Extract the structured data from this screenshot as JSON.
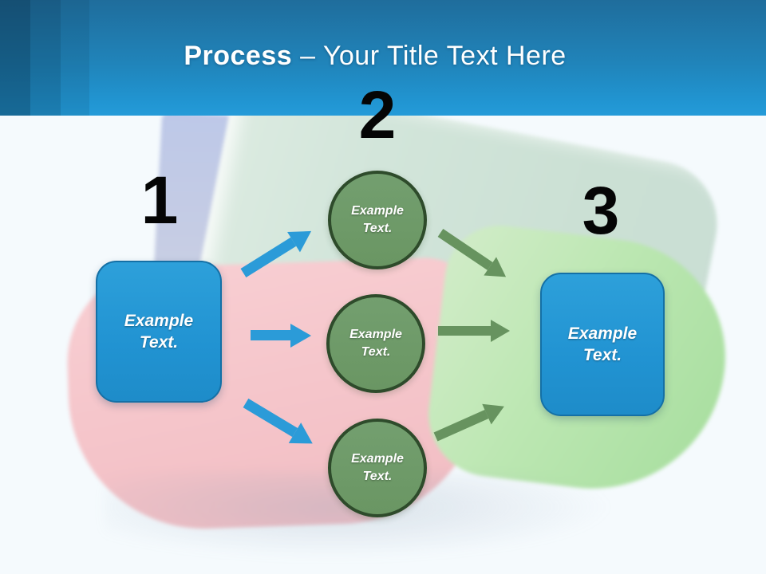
{
  "header": {
    "title_bold": "Process",
    "title_rest": " – Your Title Text Here"
  },
  "diagram": {
    "numbers": [
      "1",
      "2",
      "3"
    ],
    "start_box_label": "Example\nText.",
    "circle_labels": [
      "Example\nText.",
      "Example\nText.",
      "Example\nText."
    ],
    "end_box_label": "Example\nText."
  },
  "colors": {
    "header_gradient_top": "#1f6d9c",
    "header_gradient_bottom": "#2196d3",
    "box_blue": "#2196d3",
    "box_border_blue": "#1470a6",
    "circle_green": "#6f9c6b",
    "circle_border_green": "#2e4b2b",
    "arrow_blue": "#2b9bd8",
    "arrow_green": "#67935f",
    "number_color": "#000000"
  }
}
